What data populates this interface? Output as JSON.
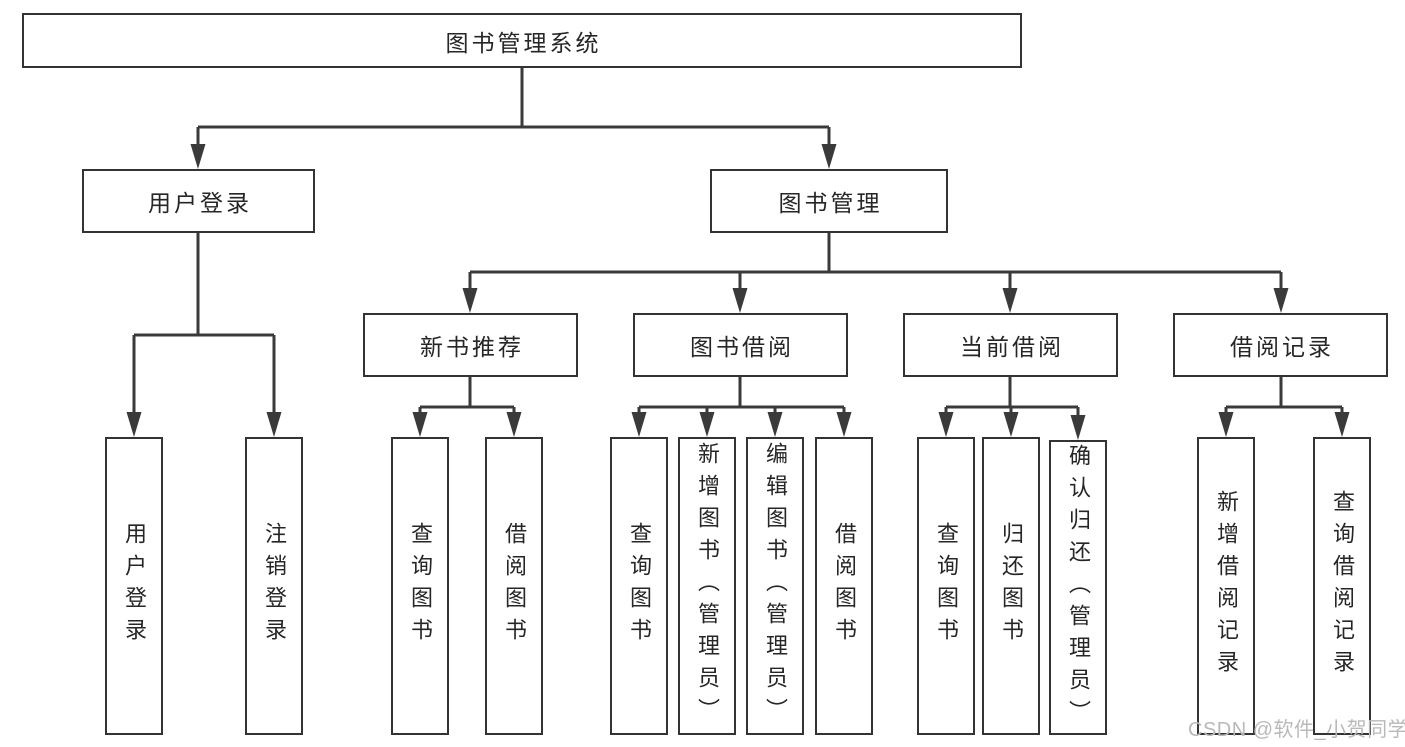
{
  "diagram": {
    "tree": {
      "root": {
        "label": "图书管理系统"
      },
      "children": [
        {
          "label": "用户登录",
          "children": [
            {
              "label": "用户登录"
            },
            {
              "label": "注销登录"
            }
          ]
        },
        {
          "label": "图书管理",
          "children": [
            {
              "label": "新书推荐",
              "children": [
                {
                  "label": "查询图书"
                },
                {
                  "label": "借阅图书"
                }
              ]
            },
            {
              "label": "图书借阅",
              "children": [
                {
                  "label": "查询图书"
                },
                {
                  "label": "新增图书（管理员）"
                },
                {
                  "label": "编辑图书（管理员）"
                },
                {
                  "label": "借阅图书"
                }
              ]
            },
            {
              "label": "当前借阅",
              "children": [
                {
                  "label": "查询图书"
                },
                {
                  "label": "归还图书"
                },
                {
                  "label": "确认归还（管理员）"
                }
              ]
            },
            {
              "label": "借阅记录",
              "children": [
                {
                  "label": "新增借阅记录"
                },
                {
                  "label": "查询借阅记录"
                }
              ]
            }
          ]
        }
      ]
    },
    "colors": {
      "background": "#ffffff",
      "line": "#3a3a3a",
      "box_border": "#333333",
      "text": "#262626",
      "watermark": "#b9b9b9"
    }
  },
  "watermark": {
    "text": "CSDN @软件_小贺同学"
  }
}
